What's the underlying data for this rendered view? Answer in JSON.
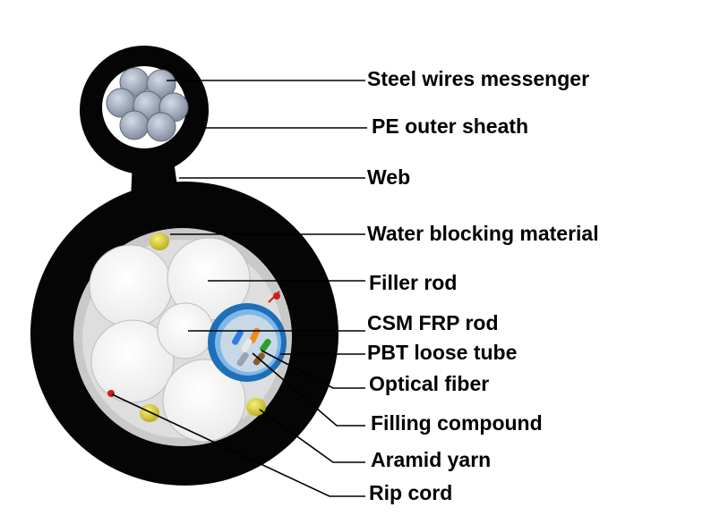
{
  "labels": {
    "steel_wires_messenger": "Steel wires messenger",
    "pe_outer_sheath": "PE outer sheath",
    "web": "Web",
    "water_blocking_material": "Water blocking material",
    "filler_rod": "Filler rod",
    "csm_frp_rod": "CSM FRP rod",
    "pbt_loose_tube": "PBT loose tube",
    "optical_fiber": "Optical fiber",
    "filling_compound": "Filling compound",
    "aramid_yarn": "Aramid yarn",
    "rip_cord": "Rip cord"
  },
  "colors": {
    "sheath": "#050505",
    "steel_wire": "#a7b0c4",
    "water_blocking": "#c9c9c9",
    "filler_rod": "#ffffff",
    "loose_tube": "#1d6fb8",
    "aramid_yarn": "#e2d524",
    "rip_cord": "#cc1f1f",
    "fiber_colors": [
      "#2f7de0",
      "#f08a1c",
      "#2aa02a",
      "#8a5a2b",
      "#9aa3ad",
      "#e8e8e8"
    ]
  }
}
